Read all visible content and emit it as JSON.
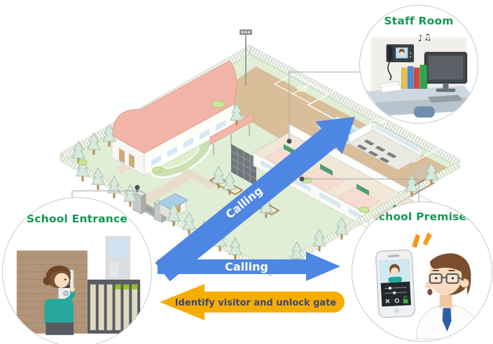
{
  "page": {
    "background": "#ffffff"
  },
  "callouts": {
    "staff_room": {
      "title": "Staff Room"
    },
    "school_entrance": {
      "title": "School Entrance"
    },
    "school_premises": {
      "title": "School Premises"
    }
  },
  "arrows": {
    "calling_up": "Calling",
    "calling_right": "Calling",
    "unlock": "Identify visitor and unlock gate"
  },
  "icons": {
    "music_notes": "♪♫"
  },
  "colors": {
    "title_green": "#119a52",
    "arrow_blue": "#4e86e4",
    "arrow_yellow": "#f5ae00",
    "unlock_text": "#3d4577",
    "calling_text": "#ffffff",
    "connector": "#a2a6a2"
  }
}
